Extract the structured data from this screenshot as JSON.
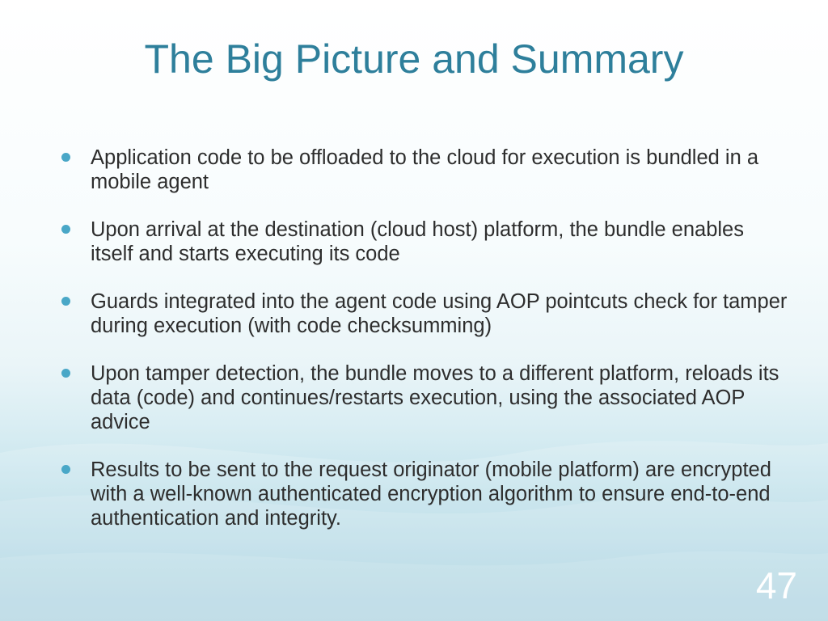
{
  "slide": {
    "title": "The Big Picture and Summary",
    "bullets": [
      "Application code to be offloaded to the cloud for execution is bundled in a mobile agent",
      "Upon arrival at the destination (cloud host) platform, the bundle enables itself and starts executing its code",
      "Guards integrated into the agent code using AOP pointcuts check for tamper during execution (with code checksumming)",
      "Upon tamper detection, the bundle moves to a different platform, reloads its data (code) and continues/restarts execution, using the associated AOP advice",
      "Results to be sent to the request originator (mobile platform) are encrypted with a well-known authenticated encryption algorithm to ensure end-to-end authentication and integrity."
    ],
    "page_number": "47"
  },
  "colors": {
    "title": "#2e7f9b",
    "bullet": "#49a7c7",
    "text": "#2d2d2d",
    "page_number": "#ffffff"
  }
}
